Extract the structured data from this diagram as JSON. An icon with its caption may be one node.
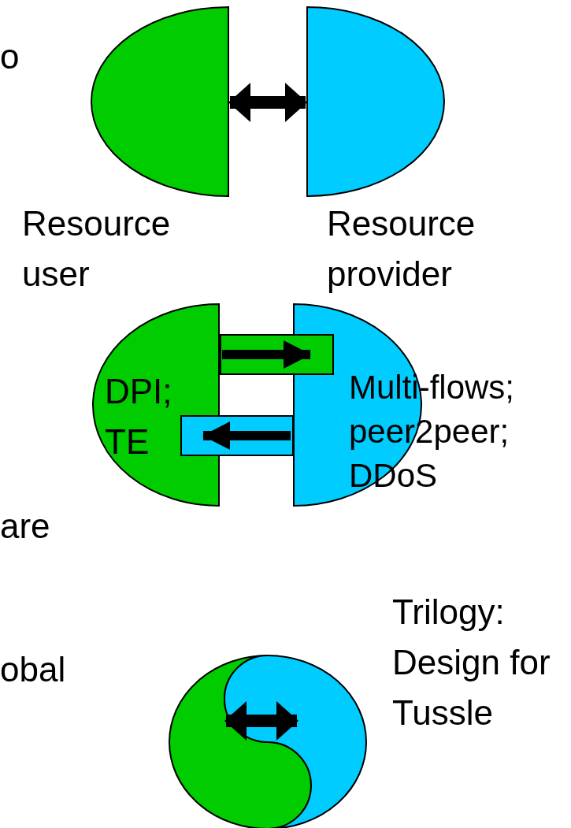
{
  "diagram": {
    "nodes": [
      {
        "text": [],
        "shape": "semicircle",
        "beside": [
          "Resource user"
        ]
      },
      {
        "text": [],
        "shape": "semicircle",
        "beside": [
          "Resource provider"
        ]
      },
      {
        "text": [
          "DPI; TE"
        ]
      },
      {
        "text": [],
        "shape": "semicircle",
        "beside": [
          "Multi-flows; peer2peer; DDoS"
        ]
      },
      {
        "text": [],
        "shape": "teardrop"
      },
      {
        "text": [],
        "shape": "teardrop"
      }
    ],
    "edges": [
      {
        "from": 0,
        "to": 1,
        "arrow": "both"
      },
      {
        "from": 2,
        "to": 3,
        "arrow": "to"
      },
      {
        "from": 3,
        "to": 2,
        "arrow": "to"
      },
      {
        "from": 4,
        "to": 5,
        "arrow": "both"
      }
    ],
    "labels": [
      "o",
      "are",
      "obal",
      "Trilogy: Design for Tussle"
    ]
  }
}
